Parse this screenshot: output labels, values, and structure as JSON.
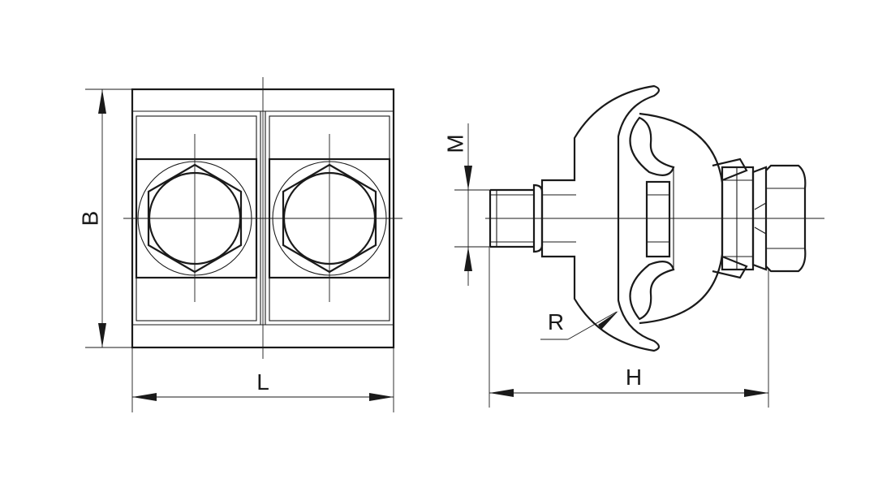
{
  "dimensions": {
    "length_label": "L",
    "width_label": "B",
    "height_label": "H",
    "thread_label": "M",
    "radius_label": "R"
  },
  "colors": {
    "line": "#1a1a1a",
    "background": "#ffffff"
  }
}
